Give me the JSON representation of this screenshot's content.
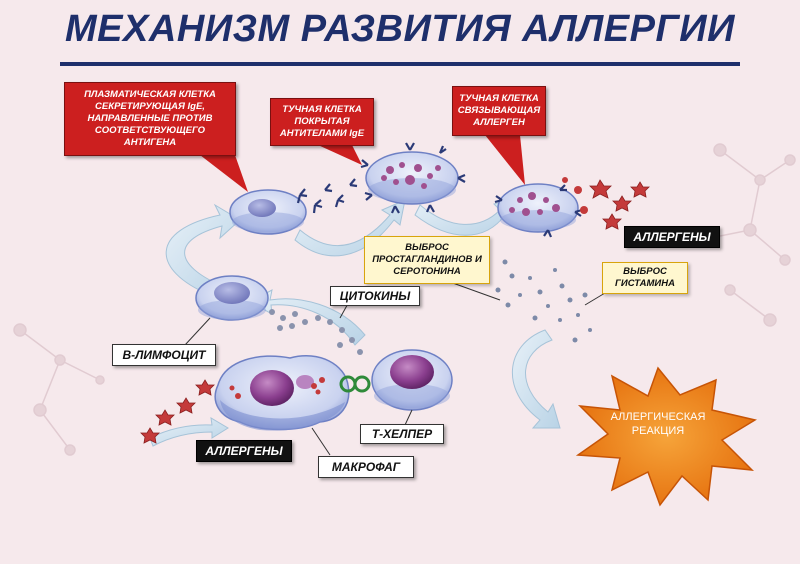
{
  "title": "МЕХАНИЗМ РАЗВИТИЯ АЛЛЕРГИИ",
  "colors": {
    "background": "#f6e9ec",
    "title": "#1e2f6b",
    "callout_red": "#cc1f1f",
    "callout_yellow_border": "#d8a40c",
    "cell_membrane": "#8fa0d8",
    "nucleus": "#8b3f8f",
    "burst": "#f07a12",
    "allergen": "#c43a3a"
  },
  "callouts": {
    "plasma_cell": "ПЛАЗМАТИЧЕСКАЯ КЛЕТКА СЕКРЕТИРУЮЩАЯ IgE, НАПРАВЛЕННЫЕ ПРОТИВ СООТВЕТСТВУЮЩЕГО АНТИГЕНА",
    "mast_cell_antibodies": "ТУЧНАЯ КЛЕТКА ПОКРЫТАЯ АНТИТЕЛАМИ IgE",
    "mast_cell_allergen": "ТУЧНАЯ КЛЕТКА СВЯЗЫВАЮЩАЯ АЛЛЕРГЕН",
    "prostaglandins": "ВЫБРОС ПРОСТАГЛАНДИНОВ И СЕРОТОНИНА",
    "histamine": "ВЫБРОС ГИСТАМИНА"
  },
  "labels": {
    "allergens_top": "АЛЛЕРГЕНЫ",
    "allergens_bottom": "АЛЛЕРГЕНЫ",
    "cytokines": "ЦИТОКИНЫ",
    "b_lymphocyte": "В-ЛИМФОЦИТ",
    "t_helper": "Т-ХЕЛПЕР",
    "macrophage": "МАКРОФАГ",
    "allergic_reaction": "АЛЛЕРГИЧЕСКАЯ РЕАКЦИЯ"
  }
}
